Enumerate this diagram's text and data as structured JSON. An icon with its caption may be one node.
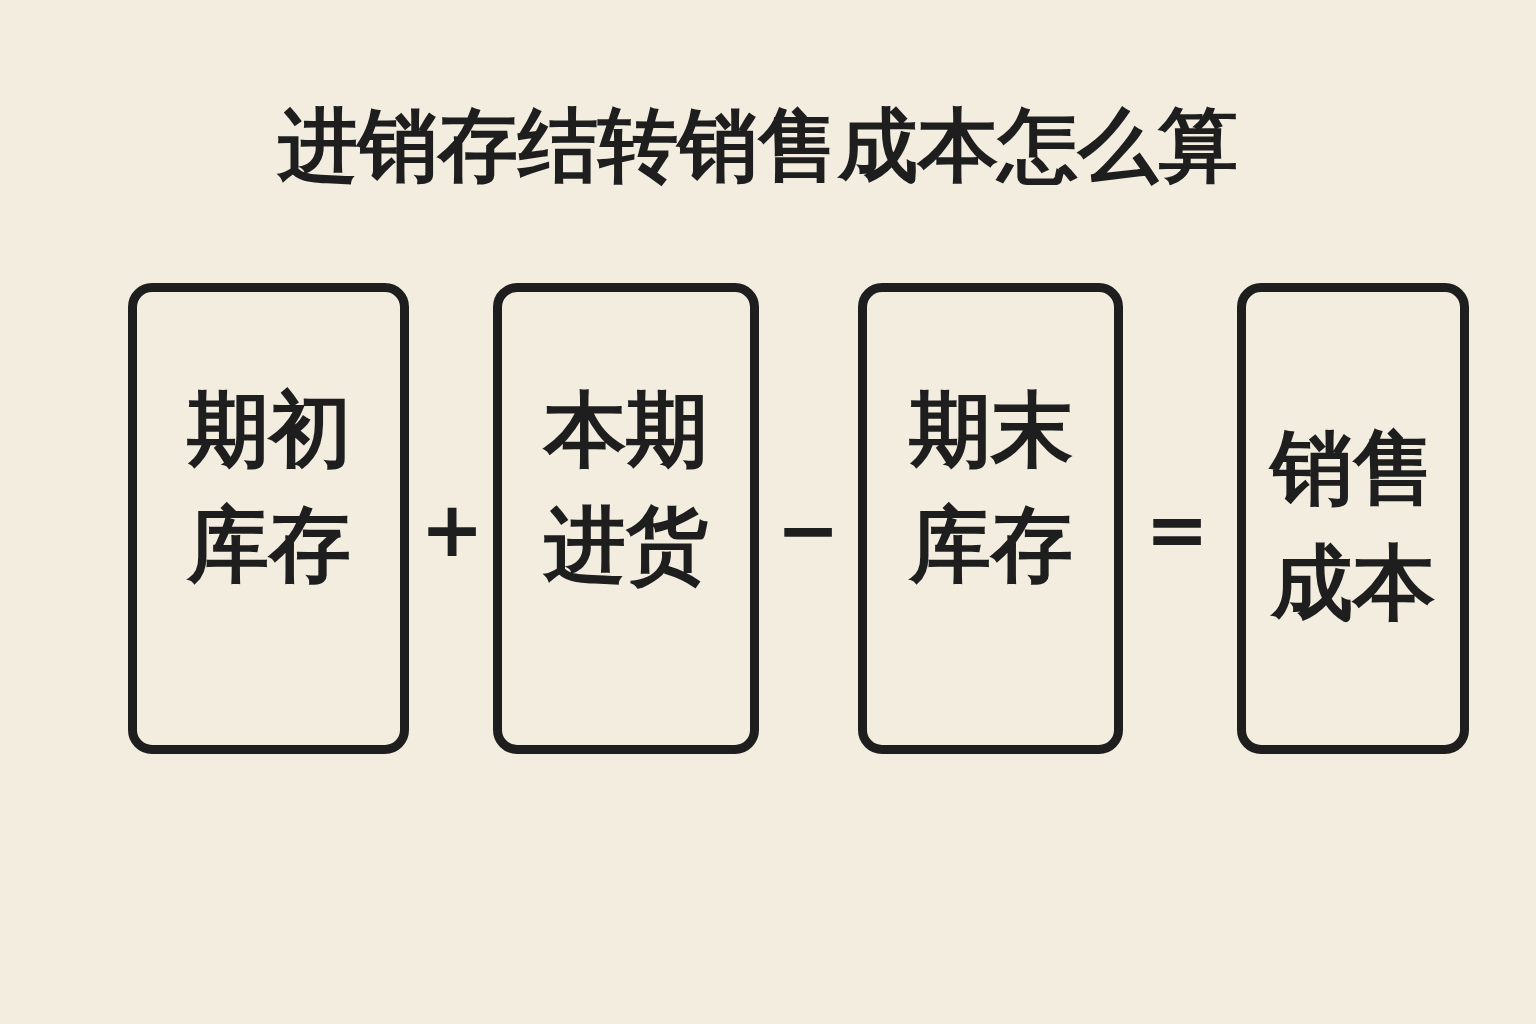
{
  "diagram": {
    "title": "进销存结转销售成本怎么算",
    "nodes": [
      {
        "text": [
          "期初库存"
        ]
      },
      {
        "text": [
          "本期进货"
        ]
      },
      {
        "text": [
          "期末库存"
        ]
      },
      {
        "text": [
          "销售成本"
        ]
      }
    ],
    "labels": [
      "+",
      "−",
      "="
    ]
  }
}
